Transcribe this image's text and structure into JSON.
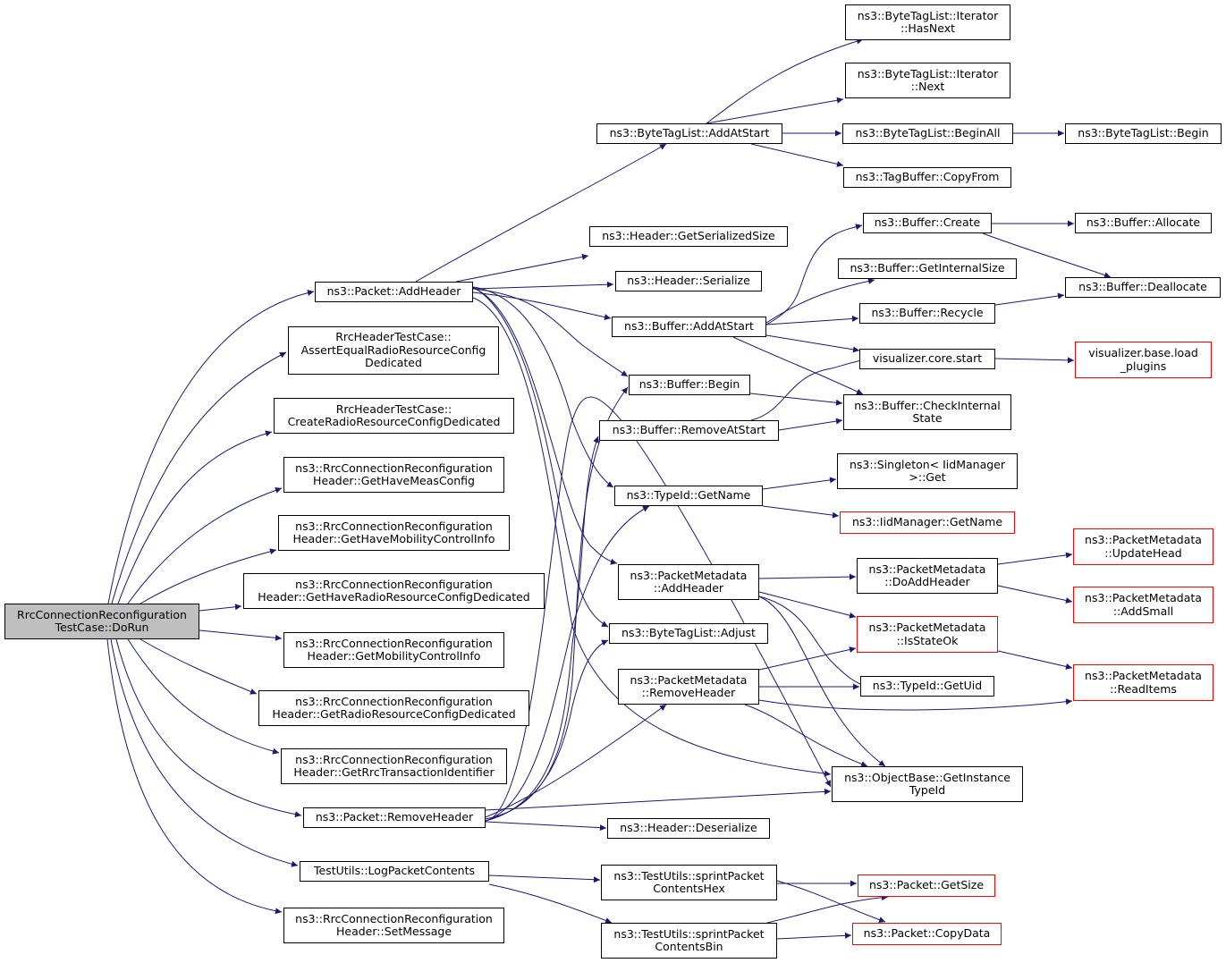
{
  "graph": {
    "edge_color": "#191970",
    "root_fill": "#bfbfbf",
    "external_border": "#ff0000",
    "nodes": {
      "root": {
        "lines": [
          "RrcConnectionReconfiguration",
          "TestCase::DoRun"
        ]
      },
      "pkt_addheader": {
        "lines": [
          "ns3::Packet::AddHeader"
        ]
      },
      "assertequal": {
        "lines": [
          "RrcHeaderTestCase::",
          "AssertEqualRadioResourceConfig",
          "Dedicated"
        ]
      },
      "createradio": {
        "lines": [
          "RrcHeaderTestCase::",
          "CreateRadioResourceConfigDedicated"
        ]
      },
      "gethavemeas": {
        "lines": [
          "ns3::RrcConnectionReconfiguration",
          "Header::GetHaveMeasConfig"
        ]
      },
      "gethavemob": {
        "lines": [
          "ns3::RrcConnectionReconfiguration",
          "Header::GetHaveMobilityControlInfo"
        ]
      },
      "gethaveradio": {
        "lines": [
          "ns3::RrcConnectionReconfiguration",
          "Header::GetHaveRadioResourceConfigDedicated"
        ]
      },
      "getmob": {
        "lines": [
          "ns3::RrcConnectionReconfiguration",
          "Header::GetMobilityControlInfo"
        ]
      },
      "getradio": {
        "lines": [
          "ns3::RrcConnectionReconfiguration",
          "Header::GetRadioResourceConfigDedicated"
        ]
      },
      "getrrc": {
        "lines": [
          "ns3::RrcConnectionReconfiguration",
          "Header::GetRrcTransactionIdentifier"
        ]
      },
      "pkt_removeheader": {
        "lines": [
          "ns3::Packet::RemoveHeader"
        ]
      },
      "logpkt": {
        "lines": [
          "TestUtils::LogPacketContents"
        ]
      },
      "setmsg": {
        "lines": [
          "ns3::RrcConnectionReconfiguration",
          "Header::SetMessage"
        ]
      },
      "btl_addatstart": {
        "lines": [
          "ns3::ByteTagList::AddAtStart"
        ]
      },
      "hdr_getser": {
        "lines": [
          "ns3::Header::GetSerializedSize"
        ]
      },
      "hdr_serialize": {
        "lines": [
          "ns3::Header::Serialize"
        ]
      },
      "buf_addatstart": {
        "lines": [
          "ns3::Buffer::AddAtStart"
        ]
      },
      "buf_begin": {
        "lines": [
          "ns3::Buffer::Begin"
        ]
      },
      "buf_removeatstart": {
        "lines": [
          "ns3::Buffer::RemoveAtStart"
        ]
      },
      "typeid_getname": {
        "lines": [
          "ns3::TypeId::GetName"
        ]
      },
      "pm_addheader": {
        "lines": [
          "ns3::PacketMetadata",
          "::AddHeader"
        ]
      },
      "btl_adjust": {
        "lines": [
          "ns3::ByteTagList::Adjust"
        ]
      },
      "pm_removeheader": {
        "lines": [
          "ns3::PacketMetadata",
          "::RemoveHeader"
        ]
      },
      "hdr_deserialize": {
        "lines": [
          "ns3::Header::Deserialize"
        ]
      },
      "tu_hex": {
        "lines": [
          "ns3::TestUtils::sprintPacket",
          "ContentsHex"
        ]
      },
      "tu_bin": {
        "lines": [
          "ns3::TestUtils::sprintPacket",
          "ContentsBin"
        ]
      },
      "btl_hasnext": {
        "lines": [
          "ns3::ByteTagList::Iterator",
          "::HasNext"
        ]
      },
      "btl_next": {
        "lines": [
          "ns3::ByteTagList::Iterator",
          "::Next"
        ]
      },
      "btl_beginall": {
        "lines": [
          "ns3::ByteTagList::BeginAll"
        ]
      },
      "tagbuf_copyfrom": {
        "lines": [
          "ns3::TagBuffer::CopyFrom"
        ]
      },
      "buf_create": {
        "lines": [
          "ns3::Buffer::Create"
        ]
      },
      "buf_getinternalsize": {
        "lines": [
          "ns3::Buffer::GetInternalSize"
        ]
      },
      "buf_recycle": {
        "lines": [
          "ns3::Buffer::Recycle"
        ]
      },
      "vis_start": {
        "lines": [
          "visualizer.core.start"
        ]
      },
      "buf_checkinternal": {
        "lines": [
          "ns3::Buffer::CheckInternal",
          "State"
        ]
      },
      "singleton_get": {
        "lines": [
          "ns3::Singleton< IidManager",
          ">::Get"
        ]
      },
      "iid_getname": {
        "lines": [
          "ns3::IidManager::GetName"
        ]
      },
      "pm_doaddheader": {
        "lines": [
          "ns3::PacketMetadata",
          "::DoAddHeader"
        ]
      },
      "pm_isstateok": {
        "lines": [
          "ns3::PacketMetadata",
          "::IsStateOk"
        ]
      },
      "typeid_getuid": {
        "lines": [
          "ns3::TypeId::GetUid"
        ]
      },
      "obj_getinstance": {
        "lines": [
          "ns3::ObjectBase::GetInstance",
          "TypeId"
        ]
      },
      "pkt_getsize": {
        "lines": [
          "ns3::Packet::GetSize"
        ]
      },
      "pkt_copydata": {
        "lines": [
          "ns3::Packet::CopyData"
        ]
      },
      "btl_begin": {
        "lines": [
          "ns3::ByteTagList::Begin"
        ]
      },
      "buf_allocate": {
        "lines": [
          "ns3::Buffer::Allocate"
        ]
      },
      "buf_deallocate": {
        "lines": [
          "ns3::Buffer::Deallocate"
        ]
      },
      "vis_loadplugins": {
        "lines": [
          "visualizer.base.load",
          "_plugins"
        ]
      },
      "pm_updatehead": {
        "lines": [
          "ns3::PacketMetadata",
          "::UpdateHead"
        ]
      },
      "pm_addsmall": {
        "lines": [
          "ns3::PacketMetadata",
          "::AddSmall"
        ]
      },
      "pm_readitems": {
        "lines": [
          "ns3::PacketMetadata",
          "::ReadItems"
        ]
      }
    }
  }
}
